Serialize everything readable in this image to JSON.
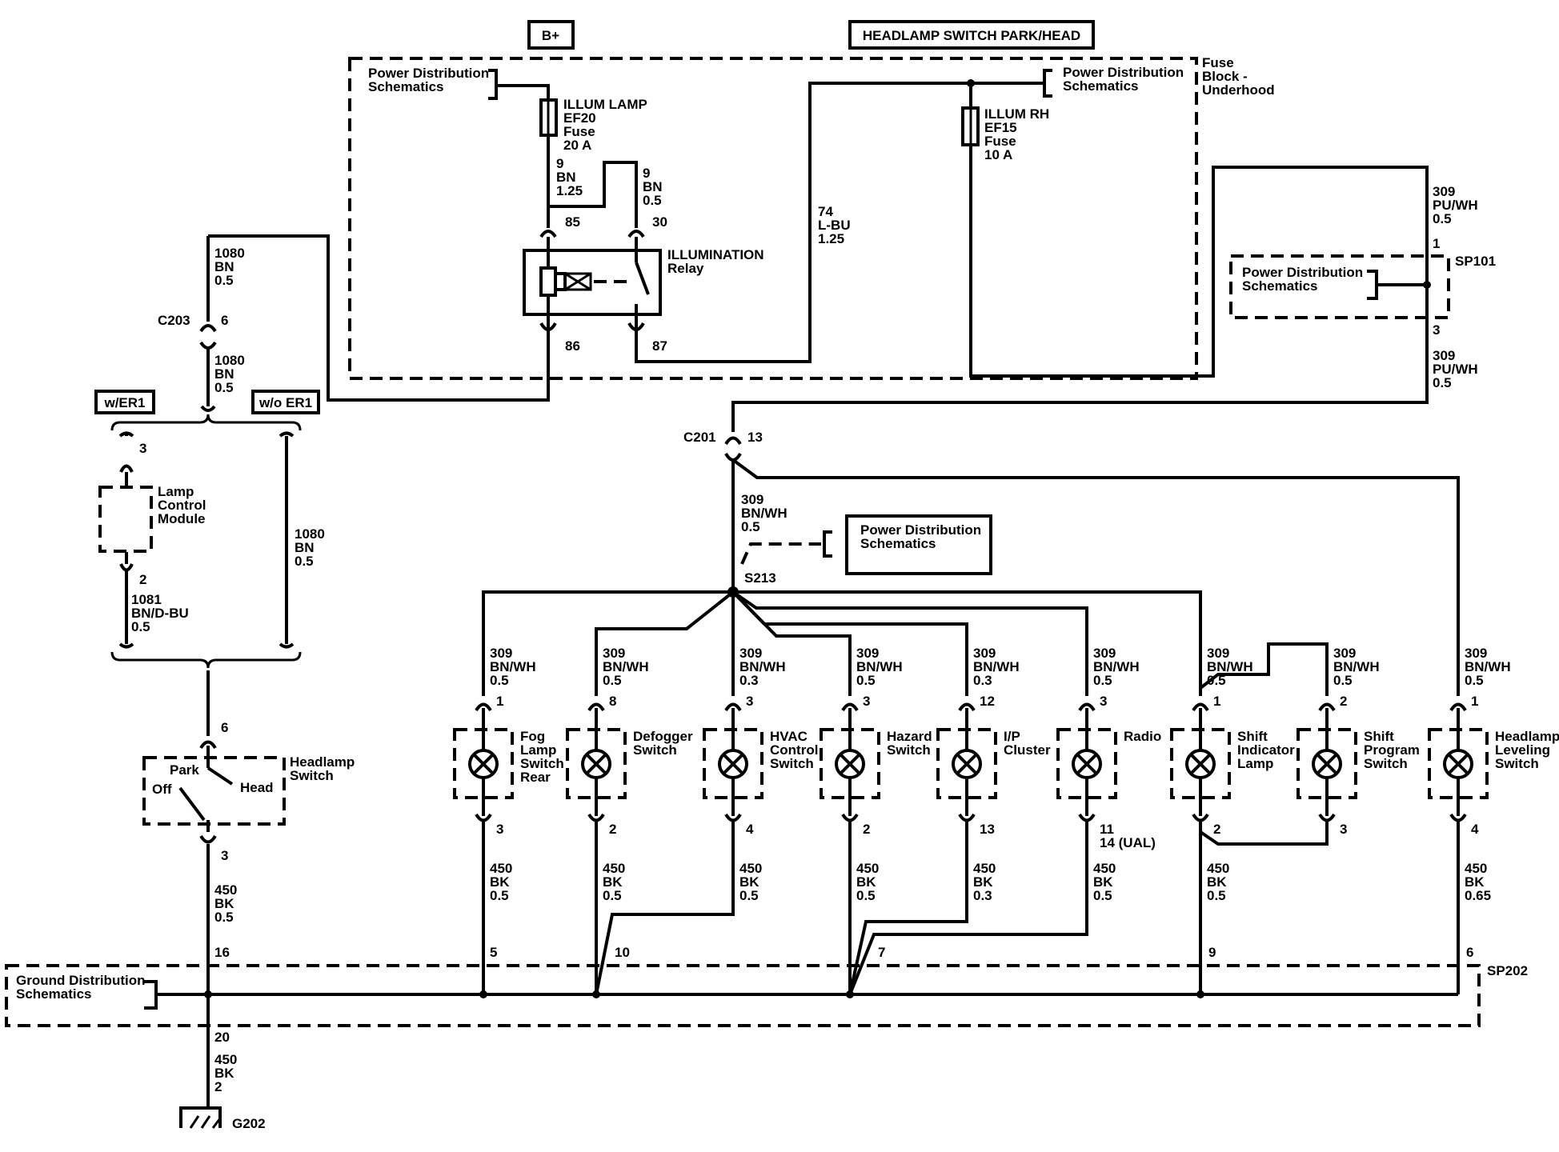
{
  "headers": {
    "bplus": "B+",
    "headlamp_switch": "HEADLAMP SWITCH PARK/HEAD"
  },
  "fuse_block": {
    "line1": "Fuse",
    "line2": "Block -",
    "line3": "Underhood"
  },
  "pds": {
    "line1": "Power Distribution",
    "line2": "Schematics"
  },
  "gds": {
    "line1": "Ground Distribution",
    "line2": "Schematics"
  },
  "fuse_ef20": {
    "l1": "ILLUM LAMP",
    "l2": "EF20",
    "l3": "Fuse",
    "l4": "20 A"
  },
  "fuse_ef15": {
    "l1": "ILLUM RH",
    "l2": "EF15",
    "l3": "Fuse",
    "l4": "10 A"
  },
  "relay": {
    "l1": "ILLUMINATION",
    "l2": "Relay",
    "p85": "85",
    "p30": "30",
    "p86": "86",
    "p87": "87"
  },
  "wires": {
    "w9_125": [
      "9",
      "BN",
      "1.25"
    ],
    "w9_05": [
      "9",
      "BN",
      "0.5"
    ],
    "w74": [
      "74",
      "L-BU",
      "1.25"
    ],
    "w309_top": [
      "309",
      "PU/WH",
      "0.5"
    ],
    "w309_mid": [
      "309",
      "PU/WH",
      "0.5"
    ],
    "w1080_a": [
      "1080",
      "BN",
      "0.5"
    ],
    "w1080_b": [
      "1080",
      "BN",
      "0.5"
    ],
    "w1080_c": [
      "1080",
      "BN",
      "0.5"
    ],
    "w1081": [
      "1081",
      "BN/D-BU",
      "0.5"
    ],
    "w309_s213": [
      "309",
      "BN/WH",
      "0.5"
    ],
    "w450_hs": [
      "450",
      "BK",
      "0.5"
    ],
    "w450_g": [
      "450",
      "BK",
      "2"
    ]
  },
  "sp101": {
    "label": "SP101",
    "p1": "1",
    "p3": "3"
  },
  "c201": {
    "label": "C201",
    "pin": "13"
  },
  "c203": {
    "label": "C203",
    "pin": "6"
  },
  "s213": {
    "label": "S213"
  },
  "sp202": {
    "label": "SP202"
  },
  "g202": {
    "label": "G202"
  },
  "options": {
    "with": "w/ER1",
    "without": "w/o ER1"
  },
  "lcm": {
    "l1": "Lamp",
    "l2": "Control",
    "l3": "Module",
    "p3": "3",
    "p2": "2"
  },
  "head_sw": {
    "l1": "Headlamp",
    "l2": "Switch",
    "park": "Park",
    "off": "Off",
    "head": "Head",
    "p6": "6",
    "p3": "3"
  },
  "ground_pins": {
    "hs": "16",
    "g": "20",
    "fog": "5",
    "def": "10",
    "haz": "7",
    "shift": "9",
    "hl": "6"
  },
  "loads": [
    {
      "name": [
        "Fog",
        "Lamp",
        "Switch",
        "Rear"
      ],
      "top_wire": [
        "309",
        "BN/WH",
        "0.5"
      ],
      "top_pin": "1",
      "bot_pin": "3",
      "bot_wire": [
        "450",
        "BK",
        "0.5"
      ]
    },
    {
      "name": [
        "Defogger",
        "Switch"
      ],
      "top_wire": [
        "309",
        "BN/WH",
        "0.5"
      ],
      "top_pin": "8",
      "bot_pin": "2",
      "bot_wire": [
        "450",
        "BK",
        "0.5"
      ]
    },
    {
      "name": [
        "HVAC",
        "Control",
        "Switch"
      ],
      "top_wire": [
        "309",
        "BN/WH",
        "0.3"
      ],
      "top_pin": "3",
      "bot_pin": "4",
      "bot_wire": [
        "450",
        "BK",
        "0.5"
      ]
    },
    {
      "name": [
        "Hazard",
        "Switch"
      ],
      "top_wire": [
        "309",
        "BN/WH",
        "0.5"
      ],
      "top_pin": "3",
      "bot_pin": "2",
      "bot_wire": [
        "450",
        "BK",
        "0.5"
      ]
    },
    {
      "name": [
        "I/P",
        "Cluster"
      ],
      "top_wire": [
        "309",
        "BN/WH",
        "0.3"
      ],
      "top_pin": "12",
      "bot_pin": "13",
      "bot_wire": [
        "450",
        "BK",
        "0.3"
      ]
    },
    {
      "name": [
        "Radio"
      ],
      "top_wire": [
        "309",
        "BN/WH",
        "0.5"
      ],
      "top_pin": "3",
      "bot_pin": "11",
      "bot_pin2": "14 (UAL)",
      "bot_wire": [
        "450",
        "BK",
        "0.5"
      ]
    },
    {
      "name": [
        "Shift",
        "Indicator",
        "Lamp"
      ],
      "top_wire": [
        "309",
        "BN/WH",
        "0.5"
      ],
      "top_pin": "1",
      "bot_pin": "2",
      "bot_wire": [
        "450",
        "BK",
        "0.5"
      ]
    },
    {
      "name": [
        "Shift",
        "Program",
        "Switch"
      ],
      "top_wire": [
        "309",
        "BN/WH",
        "0.5"
      ],
      "top_pin": "2",
      "bot_pin": "3"
    },
    {
      "name": [
        "Headlamp",
        "Leveling",
        "Switch"
      ],
      "top_wire": [
        "309",
        "BN/WH",
        "0.5"
      ],
      "top_pin": "1",
      "bot_pin": "4",
      "bot_wire": [
        "450",
        "BK",
        "0.65"
      ]
    }
  ]
}
